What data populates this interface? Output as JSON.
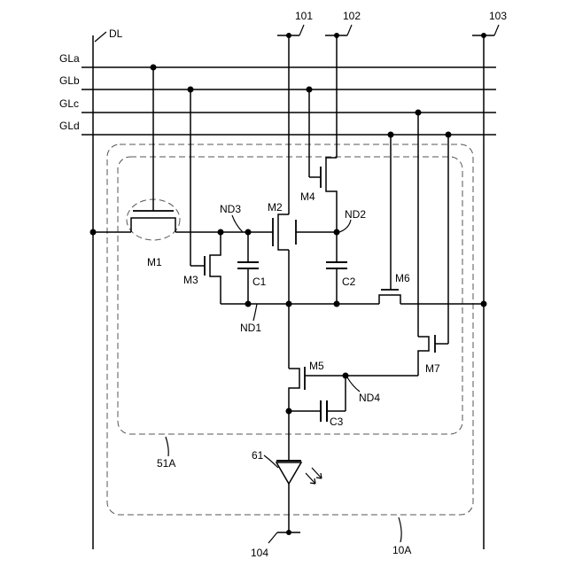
{
  "labels": {
    "dl": "DL",
    "gla": "GLa",
    "glb": "GLb",
    "glc": "GLc",
    "gld": "GLd",
    "t101": "101",
    "t102": "102",
    "t103": "103",
    "t104": "104",
    "m1": "M1",
    "m2": "M2",
    "m3": "M3",
    "m4": "M4",
    "m5": "M5",
    "m6": "M6",
    "m7": "M7",
    "c1": "C1",
    "c2": "C2",
    "c3": "C3",
    "nd1": "ND1",
    "nd2": "ND2",
    "nd3": "ND3",
    "nd4": "ND4",
    "led": "61",
    "block51a": "51A",
    "block10a": "10A"
  },
  "colors": {
    "line": "#000000",
    "dashed_outline": "#555555",
    "background": "#ffffff"
  }
}
